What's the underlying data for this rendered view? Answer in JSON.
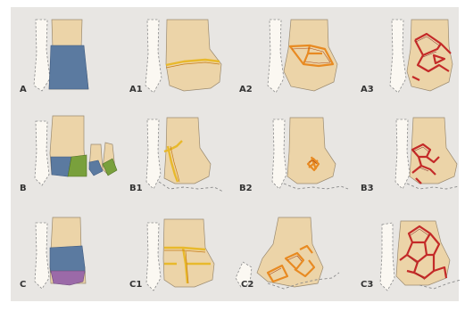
{
  "panel_labels": {
    "A": "A",
    "A1": "A1",
    "A2": "A2",
    "A3": "A3",
    "B": "B",
    "B1": "B1",
    "B2": "B2",
    "B3": "B3",
    "C": "C",
    "C1": "C1",
    "C2": "C2",
    "C3": "C3"
  },
  "colors": {
    "background": "#e8e6e3",
    "bone": "#ecd4a8",
    "region_blue": "#5b7aa0",
    "region_green": "#79a03c",
    "region_purple": "#9b6aa8",
    "fracture_yellow": "#e8b92c",
    "fracture_orange": "#e88a22",
    "fracture_red": "#c42a28"
  }
}
